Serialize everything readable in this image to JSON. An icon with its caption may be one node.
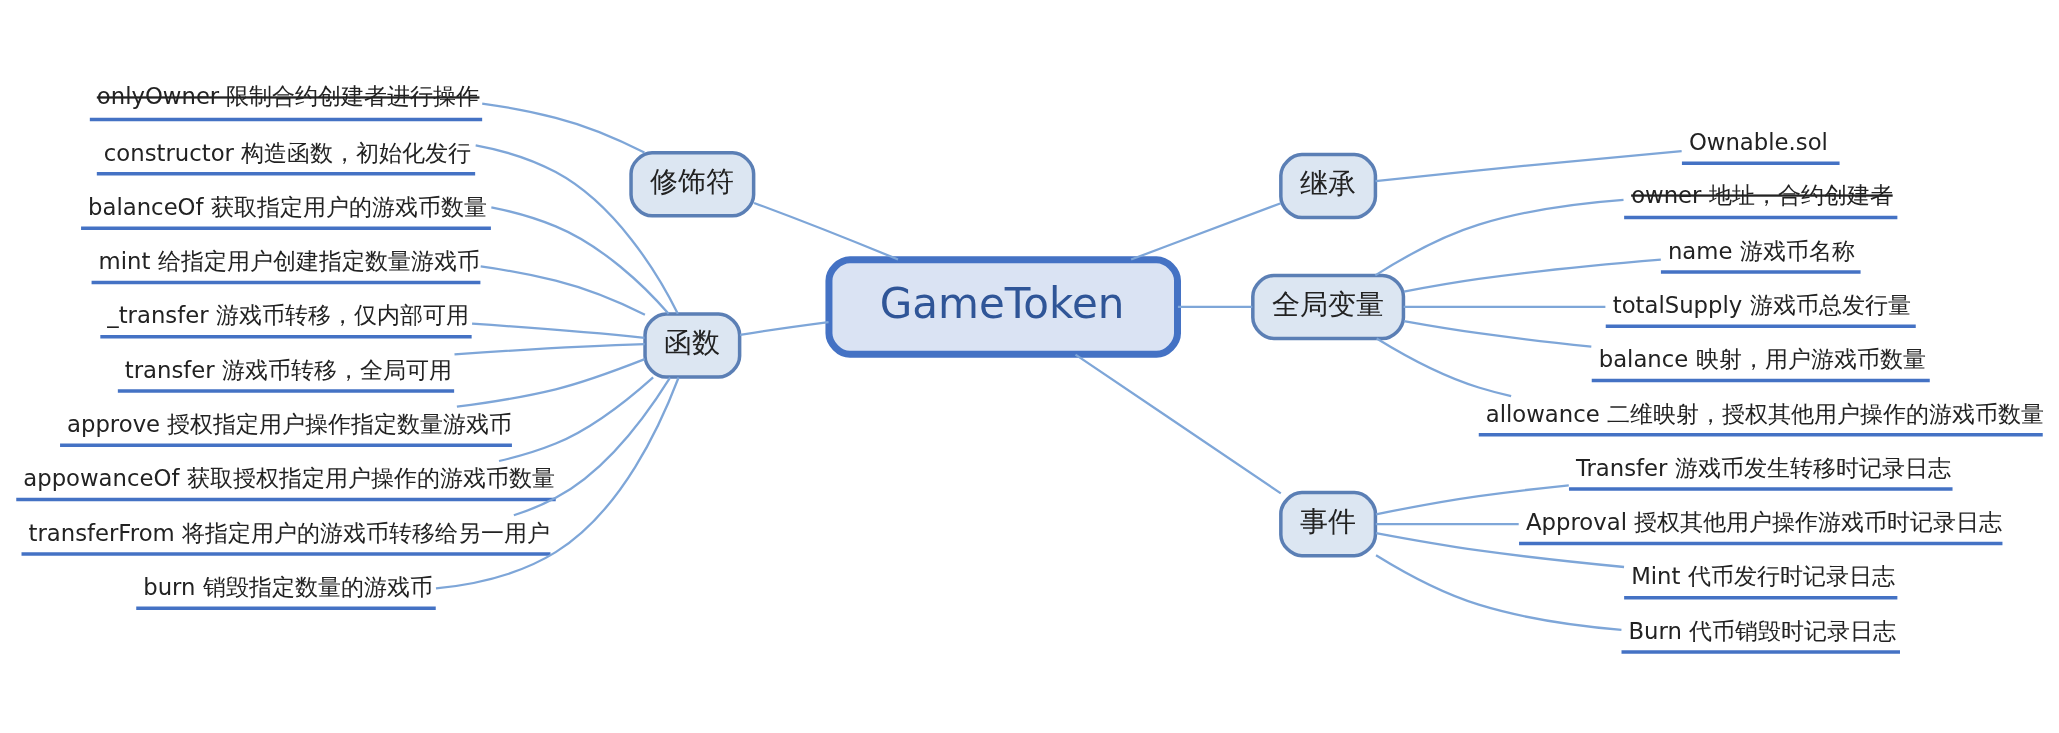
{
  "diagram": {
    "nodes": [
      {
        "text": [
          "GameToken"
        ]
      },
      {
        "text": [
          "继承"
        ]
      },
      {
        "text": [
          "Ownable.sol"
        ]
      },
      {
        "text": [
          "修饰符"
        ]
      },
      {
        "text": [
          "onlyOwner 限制合约创建者进行操作"
        ]
      },
      {
        "text": [
          "全局变量"
        ]
      },
      {
        "text": [
          "owner 地址，合约创建者"
        ]
      },
      {
        "text": [
          "name 游戏币名称"
        ]
      },
      {
        "text": [
          "totalSupply 游戏币总发行量"
        ]
      },
      {
        "text": [
          "balance 映射，用户游戏币数量"
        ]
      },
      {
        "text": [
          "allowance 二维映射，授权其他用户操作的游戏币数量"
        ]
      },
      {
        "text": [
          "函数"
        ]
      },
      {
        "text": [
          "constructor 构造函数，初始化发行"
        ]
      },
      {
        "text": [
          "balanceOf 获取指定用户的游戏币数量"
        ]
      },
      {
        "text": [
          "mint 给指定用户创建指定数量游戏币"
        ]
      },
      {
        "text": [
          "_transfer 游戏币转移，仅内部可用"
        ]
      },
      {
        "text": [
          "transfer 游戏币转移，全局可用"
        ]
      },
      {
        "text": [
          "approve 授权指定用户操作指定数量游戏币"
        ]
      },
      {
        "text": [
          "appowanceOf 获取授权指定用户操作的游戏币数量"
        ]
      },
      {
        "text": [
          "transferFrom 将指定用户的游戏币转移给另一用户"
        ]
      },
      {
        "text": [
          "burn 销毁指定数量的游戏币"
        ]
      },
      {
        "text": [
          "事件"
        ]
      },
      {
        "text": [
          "Transfer 游戏币发生转移时记录日志"
        ]
      },
      {
        "text": [
          "Approval 授权其他用户操作游戏币时记录日志"
        ]
      },
      {
        "text": [
          "Mint 代币发行时记录日志"
        ]
      },
      {
        "text": [
          "Burn 代币销毁时记录日志"
        ]
      }
    ],
    "edges": [
      {
        "from": 0,
        "to": 1,
        "arrow": "none"
      },
      {
        "from": 1,
        "to": 2,
        "arrow": "none"
      },
      {
        "from": 0,
        "to": 3,
        "arrow": "none"
      },
      {
        "from": 3,
        "to": 4,
        "arrow": "none"
      },
      {
        "from": 0,
        "to": 5,
        "arrow": "none"
      },
      {
        "from": 5,
        "to": 6,
        "arrow": "none"
      },
      {
        "from": 5,
        "to": 7,
        "arrow": "none"
      },
      {
        "from": 5,
        "to": 8,
        "arrow": "none"
      },
      {
        "from": 5,
        "to": 9,
        "arrow": "none"
      },
      {
        "from": 5,
        "to": 10,
        "arrow": "none"
      },
      {
        "from": 0,
        "to": 11,
        "arrow": "none"
      },
      {
        "from": 11,
        "to": 12,
        "arrow": "none"
      },
      {
        "from": 11,
        "to": 13,
        "arrow": "none"
      },
      {
        "from": 11,
        "to": 14,
        "arrow": "none"
      },
      {
        "from": 11,
        "to": 15,
        "arrow": "none"
      },
      {
        "from": 11,
        "to": 16,
        "arrow": "none"
      },
      {
        "from": 11,
        "to": 17,
        "arrow": "none"
      },
      {
        "from": 11,
        "to": 18,
        "arrow": "none"
      },
      {
        "from": 11,
        "to": 19,
        "arrow": "none"
      },
      {
        "from": 11,
        "to": 20,
        "arrow": "none"
      },
      {
        "from": 0,
        "to": 21,
        "arrow": "none"
      },
      {
        "from": 21,
        "to": 22,
        "arrow": "none"
      },
      {
        "from": 21,
        "to": 23,
        "arrow": "none"
      },
      {
        "from": 21,
        "to": 24,
        "arrow": "none"
      },
      {
        "from": 21,
        "to": 25,
        "arrow": "none"
      }
    ]
  }
}
